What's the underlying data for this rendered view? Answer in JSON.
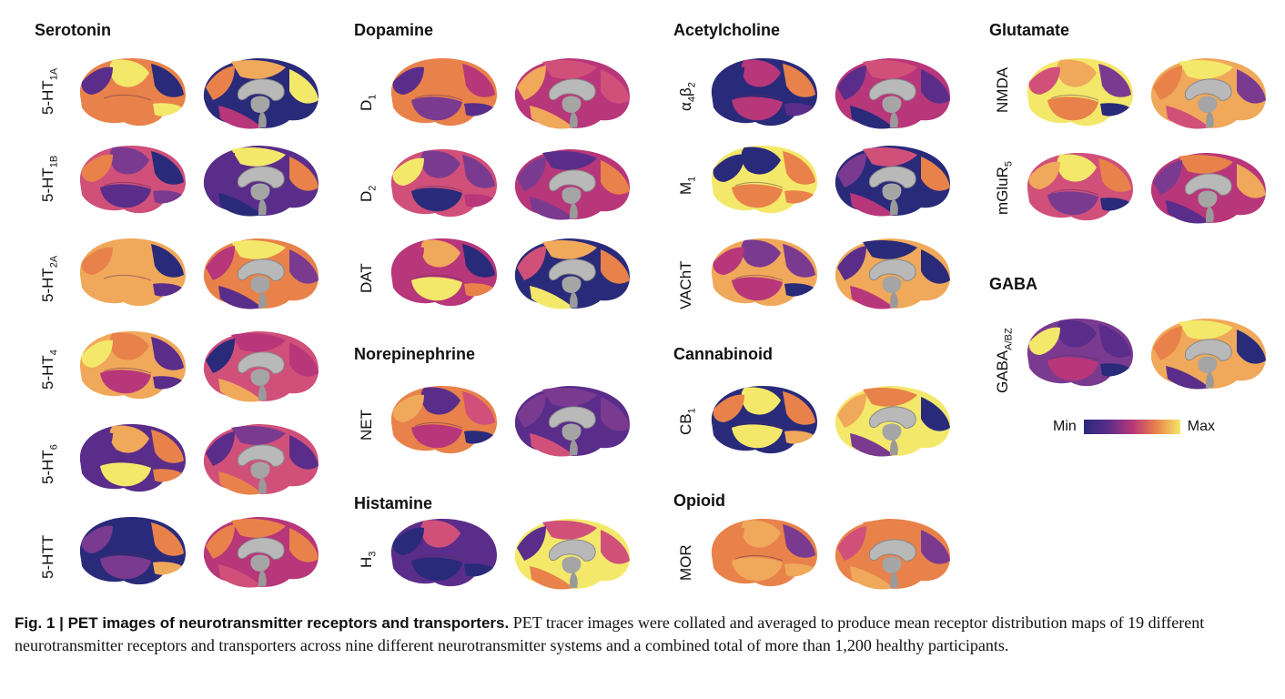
{
  "panels": [
    {
      "key": "serotonin",
      "title": "Serotonin",
      "rows": [
        {
          "base": "5-HT",
          "sub": "1A"
        },
        {
          "base": "5-HT",
          "sub": "1B"
        },
        {
          "base": "5-HT",
          "sub": "2A"
        },
        {
          "base": "5-HT",
          "sub": "4"
        },
        {
          "base": "5-HT",
          "sub": "6"
        },
        {
          "base": "5-HTT",
          "sub": ""
        }
      ]
    },
    {
      "key": "dopamine",
      "title": "Dopamine",
      "rows": [
        {
          "base": "D",
          "sub": "1"
        },
        {
          "base": "D",
          "sub": "2"
        },
        {
          "base": "DAT",
          "sub": ""
        }
      ]
    },
    {
      "key": "norepinephrine",
      "title": "Norepinephrine",
      "rows": [
        {
          "base": "NET",
          "sub": ""
        }
      ]
    },
    {
      "key": "histamine",
      "title": "Histamine",
      "rows": [
        {
          "base": "H",
          "sub": "3"
        }
      ]
    },
    {
      "key": "acetylcholine",
      "title": "Acetylcholine",
      "rows": [
        {
          "base": "α",
          "sub": "4",
          "base2": "β",
          "sub2": "2"
        },
        {
          "base": "M",
          "sub": "1"
        },
        {
          "base": "VAChT",
          "sub": ""
        }
      ]
    },
    {
      "key": "cannabinoid",
      "title": "Cannabinoid",
      "rows": [
        {
          "base": "CB",
          "sub": "1"
        }
      ]
    },
    {
      "key": "opioid",
      "title": "Opioid",
      "rows": [
        {
          "base": "MOR",
          "sub": ""
        }
      ]
    },
    {
      "key": "glutamate",
      "title": "Glutamate",
      "rows": [
        {
          "base": "NMDA",
          "sub": ""
        },
        {
          "base": "mGluR",
          "sub": "5"
        }
      ]
    },
    {
      "key": "gaba",
      "title": "GABA",
      "rows": [
        {
          "base": "GABA",
          "sub": "A/BZ"
        }
      ]
    }
  ],
  "legend": {
    "min_label": "Min",
    "max_label": "Max",
    "colors": [
      "#2a2a7a",
      "#5a2d8a",
      "#b8367a",
      "#e8824a",
      "#f4e86a"
    ]
  },
  "caption": {
    "fig_label": "Fig. 1 | PET images of neurotransmitter receptors and transporters.",
    "text": "PET tracer images were collated and averaged to produce mean receptor distribution maps of 19 different neurotransmitter receptors and transporters across nine different neurotransmitter systems and a combined total of more than 1,200 healthy participants."
  }
}
